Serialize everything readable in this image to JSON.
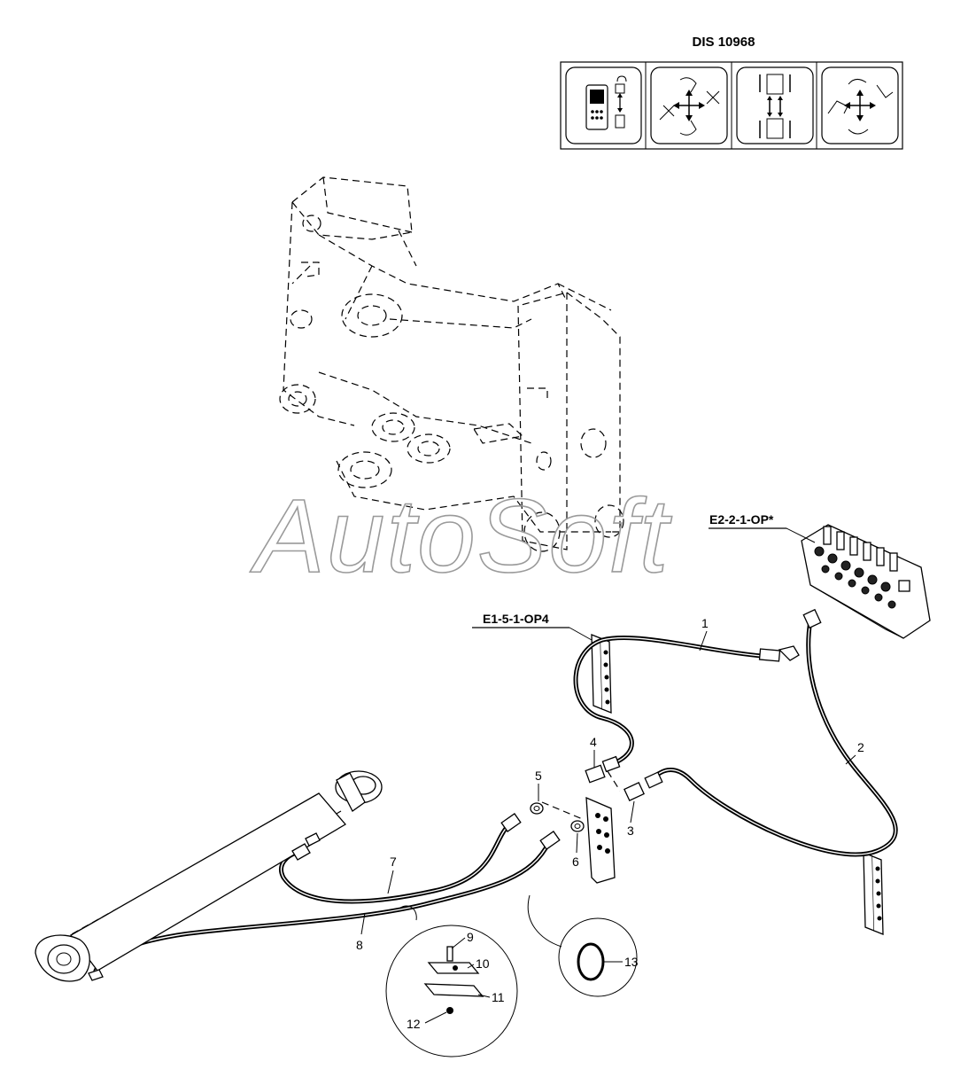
{
  "header": {
    "code": "DIS 10968"
  },
  "watermark": {
    "text": "AutoSoft"
  },
  "references": [
    {
      "id": "ref-valve",
      "label": "E2-2-1-OP*"
    },
    {
      "id": "ref-bracket",
      "label": "E1-5-1-OP4"
    }
  ],
  "callouts": [
    "1",
    "2",
    "3",
    "4",
    "5",
    "6",
    "7",
    "8",
    "9",
    "10",
    "11",
    "12",
    "13"
  ],
  "icons": [
    "remote-control-icon",
    "excavator-controls-icon",
    "track-controls-icon",
    "boom-arm-controls-icon"
  ]
}
